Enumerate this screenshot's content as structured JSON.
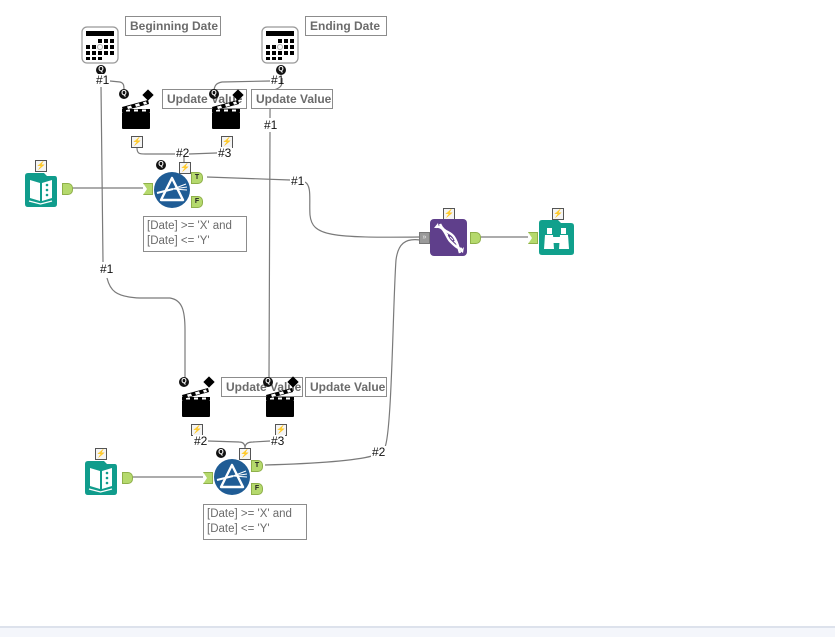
{
  "canvas": {
    "tools": {
      "date_begin": {
        "type": "Date",
        "icon": "calendar-icon",
        "label": "Beginning Date"
      },
      "date_end": {
        "type": "Date",
        "icon": "calendar-icon",
        "label": "Ending Date"
      },
      "action_top_1": {
        "type": "Action",
        "icon": "clapperboard-icon",
        "label": "Update Value"
      },
      "action_top_2": {
        "type": "Action",
        "icon": "clapperboard-icon",
        "label": "Update Value"
      },
      "input_top": {
        "type": "Input Data",
        "icon": "book-icon"
      },
      "filter_top": {
        "type": "Filter",
        "icon": "filter-prism-icon",
        "expression": "[Date] >= 'X' and\n[Date] <= 'Y'",
        "true_anchor": "T",
        "false_anchor": "F"
      },
      "action_bot_1": {
        "type": "Action",
        "icon": "clapperboard-icon",
        "label": "Update Value"
      },
      "action_bot_2": {
        "type": "Action",
        "icon": "clapperboard-icon",
        "label": "Update Value"
      },
      "input_bot": {
        "type": "Input Data",
        "icon": "book-icon"
      },
      "filter_bot": {
        "type": "Filter",
        "icon": "filter-prism-icon",
        "expression": "[Date] >= 'X' and\n[Date] <= 'Y'",
        "true_anchor": "T",
        "false_anchor": "F"
      },
      "union": {
        "type": "Union",
        "icon": "dna-icon"
      },
      "browse": {
        "type": "Browse",
        "icon": "binoculars-icon"
      }
    },
    "connection_labels": {
      "begin_out_1": "#1",
      "end_out_1": "#1",
      "end_down_1": "#1",
      "top_q2": "#2",
      "top_q3": "#3",
      "filter_top_true": "#1",
      "begin_down_1": "#1",
      "bot_q2": "#2",
      "bot_q3": "#3",
      "filter_bot_true": "#2"
    },
    "badges": {
      "question": "Q",
      "bolt": "⚡"
    },
    "colors": {
      "input_teal": "#109c8c",
      "filter_blue": "#1f5c95",
      "union_purple": "#5f3f8b",
      "browse_teal": "#10a08c",
      "anchor_green": "#b5d96d",
      "wire_gray": "#7a7a7a"
    }
  }
}
